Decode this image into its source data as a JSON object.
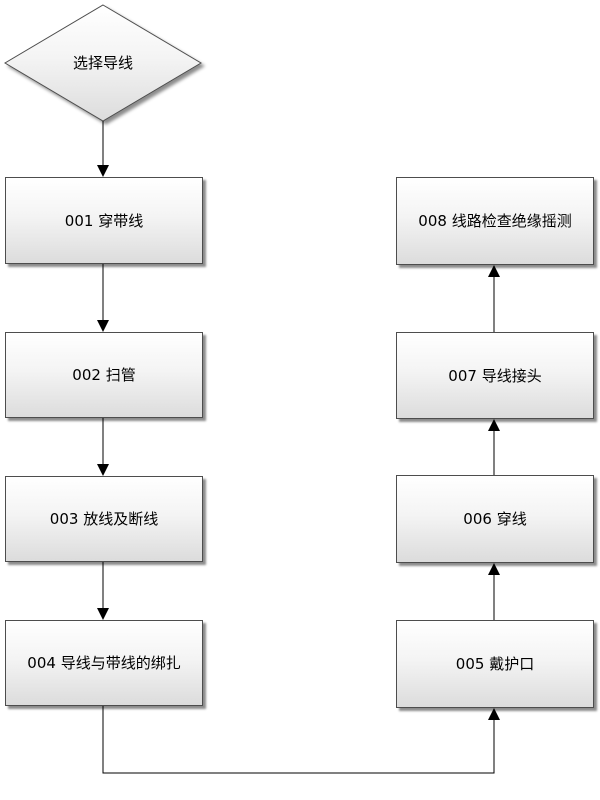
{
  "start": {
    "label": "选择导线"
  },
  "steps": [
    {
      "id": "001",
      "label": "001 穿带线"
    },
    {
      "id": "002",
      "label": "002 扫管"
    },
    {
      "id": "003",
      "label": "003 放线及断线"
    },
    {
      "id": "004",
      "label": "004 导线与带线的绑扎"
    },
    {
      "id": "005",
      "label": "005 戴护口"
    },
    {
      "id": "006",
      "label": "006 穿线"
    },
    {
      "id": "007",
      "label": "007 导线接头"
    },
    {
      "id": "008",
      "label": "008 线路检查绝缘摇测"
    }
  ]
}
